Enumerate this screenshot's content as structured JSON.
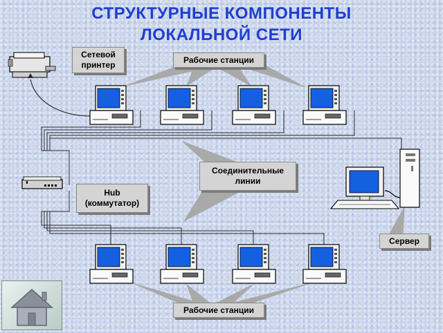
{
  "title": {
    "line1": "СТРУКТУРНЫЕ КОМПОНЕНТЫ",
    "line2": "ЛОКАЛЬНОЙ СЕТИ"
  },
  "labels": {
    "printer": "Сетевой принтер",
    "workstations_top": "Рабочие станции",
    "links": "Соединительные линии",
    "hub": "Hub (коммутатор)",
    "server": "Сервер",
    "workstations_bottom": "Рабочие станции"
  },
  "icons": {
    "printer": "printer-icon",
    "workstation": "computer-icon",
    "hub": "hub-icon",
    "server": "server-icon",
    "home": "home-icon"
  },
  "colors": {
    "title": "#1f3fcf",
    "callout": "#a9a9a9",
    "screen": "#1560e0",
    "cable": "#2a2a2a"
  }
}
